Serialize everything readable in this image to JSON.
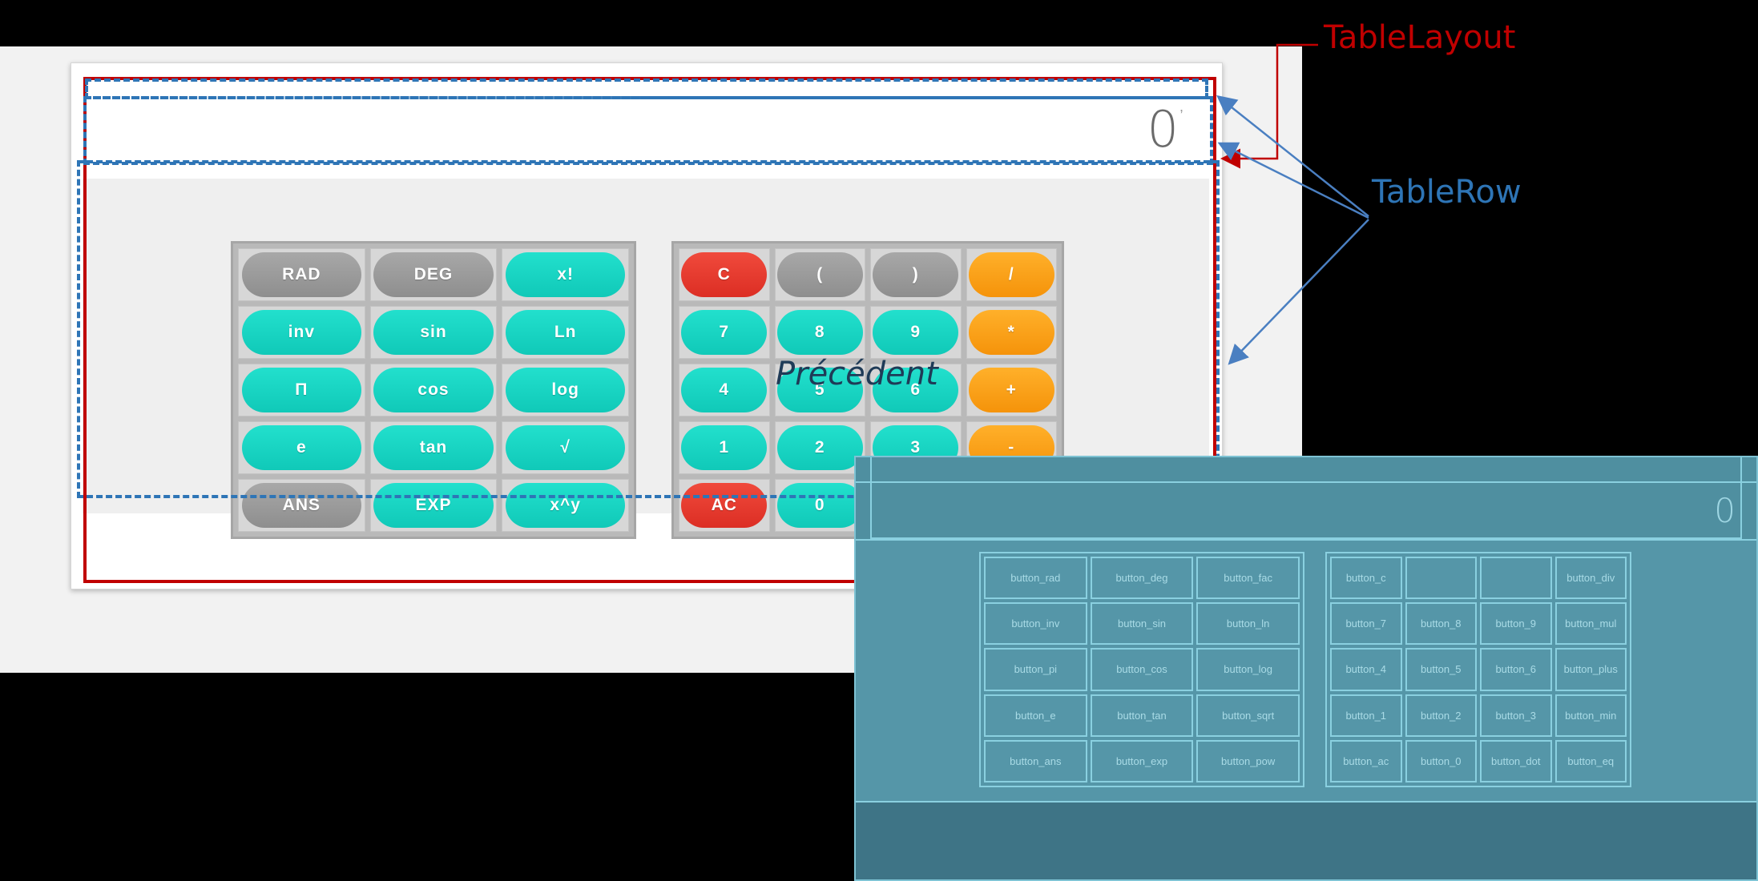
{
  "display": {
    "value": "0"
  },
  "scientific_keys": [
    {
      "label": "RAD",
      "color": "grey"
    },
    {
      "label": "DEG",
      "color": "grey"
    },
    {
      "label": "x!",
      "color": "teal"
    },
    {
      "label": "inv",
      "color": "teal"
    },
    {
      "label": "sin",
      "color": "teal"
    },
    {
      "label": "Ln",
      "color": "teal"
    },
    {
      "label": "Π",
      "color": "teal"
    },
    {
      "label": "cos",
      "color": "teal"
    },
    {
      "label": "log",
      "color": "teal"
    },
    {
      "label": "e",
      "color": "teal"
    },
    {
      "label": "tan",
      "color": "teal"
    },
    {
      "label": "√",
      "color": "teal"
    },
    {
      "label": "ANS",
      "color": "grey"
    },
    {
      "label": "EXP",
      "color": "teal"
    },
    {
      "label": "x^y",
      "color": "teal"
    }
  ],
  "numeric_keys": [
    {
      "label": "C",
      "color": "red"
    },
    {
      "label": "(",
      "color": "grey"
    },
    {
      "label": ")",
      "color": "grey"
    },
    {
      "label": "/",
      "color": "orange"
    },
    {
      "label": "7",
      "color": "teal"
    },
    {
      "label": "8",
      "color": "teal"
    },
    {
      "label": "9",
      "color": "teal"
    },
    {
      "label": "*",
      "color": "orange"
    },
    {
      "label": "4",
      "color": "teal"
    },
    {
      "label": "5",
      "color": "teal"
    },
    {
      "label": "6",
      "color": "teal"
    },
    {
      "label": "+",
      "color": "orange"
    },
    {
      "label": "1",
      "color": "teal"
    },
    {
      "label": "2",
      "color": "teal"
    },
    {
      "label": "3",
      "color": "teal"
    },
    {
      "label": "-",
      "color": "orange"
    },
    {
      "label": "AC",
      "color": "red"
    },
    {
      "label": "0",
      "color": "teal"
    },
    {
      "label": ".",
      "color": "teal"
    },
    {
      "label": "=",
      "color": "orange"
    }
  ],
  "overlay_label": "Précédent",
  "annotations": {
    "table_layout": "TableLayout",
    "table_row": "TableRow",
    "colors": {
      "table_layout": "#c00000",
      "table_row": "#2e75b6"
    }
  },
  "blueprint": {
    "display_value": "0",
    "scientific_ids": [
      "button_rad",
      "button_deg",
      "button_fac",
      "button_inv",
      "button_sin",
      "button_ln",
      "button_pi",
      "button_cos",
      "button_log",
      "button_e",
      "button_tan",
      "button_sqrt",
      "button_ans",
      "button_exp",
      "button_pow"
    ],
    "numeric_ids": [
      "button_c",
      "",
      "",
      "button_div",
      "button_7",
      "button_8",
      "button_9",
      "button_mul",
      "button_4",
      "button_5",
      "button_6",
      "button_plus",
      "button_1",
      "button_2",
      "button_3",
      "button_min",
      "button_ac",
      "button_0",
      "button_dot",
      "button_eq"
    ]
  }
}
